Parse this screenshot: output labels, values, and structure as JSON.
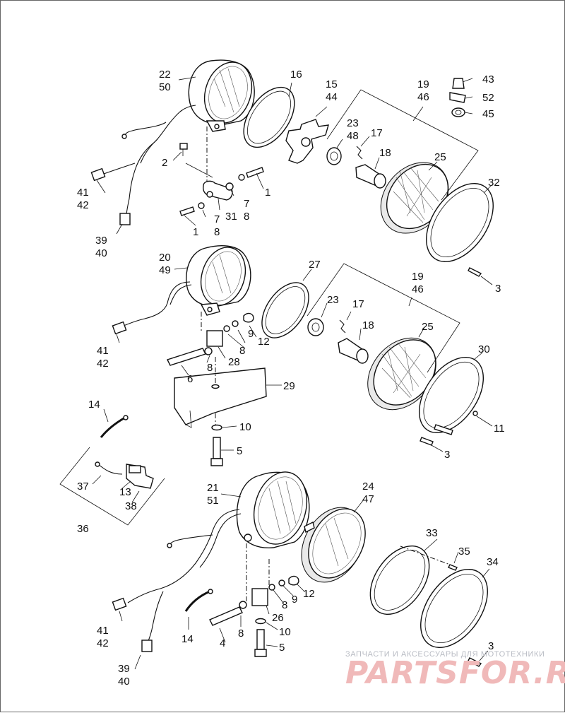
{
  "callouts": [
    {
      "id": "c22",
      "text": "22"
    },
    {
      "id": "c50",
      "text": "50"
    },
    {
      "id": "c16",
      "text": "16"
    },
    {
      "id": "c15",
      "text": "15"
    },
    {
      "id": "c44",
      "text": "44"
    },
    {
      "id": "c19a",
      "text": "19"
    },
    {
      "id": "c46a",
      "text": "46"
    },
    {
      "id": "c43",
      "text": "43"
    },
    {
      "id": "c52",
      "text": "52"
    },
    {
      "id": "c45",
      "text": "45"
    },
    {
      "id": "c23a",
      "text": "23"
    },
    {
      "id": "c48",
      "text": "48"
    },
    {
      "id": "c17a",
      "text": "17"
    },
    {
      "id": "c18a",
      "text": "18"
    },
    {
      "id": "c25a",
      "text": "25"
    },
    {
      "id": "c32",
      "text": "32"
    },
    {
      "id": "c2",
      "text": "2"
    },
    {
      "id": "c1a",
      "text": "1"
    },
    {
      "id": "c7a",
      "text": "7"
    },
    {
      "id": "c8a",
      "text": "8"
    },
    {
      "id": "c31",
      "text": "31"
    },
    {
      "id": "c1b",
      "text": "1"
    },
    {
      "id": "c7b",
      "text": "7"
    },
    {
      "id": "c8b",
      "text": "8"
    },
    {
      "id": "c41a",
      "text": "41"
    },
    {
      "id": "c42a",
      "text": "42"
    },
    {
      "id": "c39a",
      "text": "39"
    },
    {
      "id": "c40a",
      "text": "40"
    },
    {
      "id": "c3a",
      "text": "3"
    },
    {
      "id": "c20",
      "text": "20"
    },
    {
      "id": "c49",
      "text": "49"
    },
    {
      "id": "c27",
      "text": "27"
    },
    {
      "id": "c19b",
      "text": "19"
    },
    {
      "id": "c46b",
      "text": "46"
    },
    {
      "id": "c23b",
      "text": "23"
    },
    {
      "id": "c17b",
      "text": "17"
    },
    {
      "id": "c18b",
      "text": "18"
    },
    {
      "id": "c25b",
      "text": "25"
    },
    {
      "id": "c30",
      "text": "30"
    },
    {
      "id": "c41b",
      "text": "41"
    },
    {
      "id": "c42b",
      "text": "42"
    },
    {
      "id": "c12a",
      "text": "12"
    },
    {
      "id": "c9a",
      "text": "9"
    },
    {
      "id": "c8c",
      "text": "8"
    },
    {
      "id": "c28",
      "text": "28"
    },
    {
      "id": "c8d",
      "text": "8"
    },
    {
      "id": "c6",
      "text": "6"
    },
    {
      "id": "c29",
      "text": "29"
    },
    {
      "id": "c11",
      "text": "11"
    },
    {
      "id": "c3b",
      "text": "3"
    },
    {
      "id": "c14a",
      "text": "14"
    },
    {
      "id": "c10a",
      "text": "10"
    },
    {
      "id": "c5a",
      "text": "5"
    },
    {
      "id": "c37",
      "text": "37"
    },
    {
      "id": "c13",
      "text": "13"
    },
    {
      "id": "c38",
      "text": "38"
    },
    {
      "id": "c36",
      "text": "36"
    },
    {
      "id": "c21",
      "text": "21"
    },
    {
      "id": "c51",
      "text": "51"
    },
    {
      "id": "c24",
      "text": "24"
    },
    {
      "id": "c47",
      "text": "47"
    },
    {
      "id": "c33",
      "text": "33"
    },
    {
      "id": "c35",
      "text": "35"
    },
    {
      "id": "c34",
      "text": "34"
    },
    {
      "id": "c12b",
      "text": "12"
    },
    {
      "id": "c9b",
      "text": "9"
    },
    {
      "id": "c8e",
      "text": "8"
    },
    {
      "id": "c26",
      "text": "26"
    },
    {
      "id": "c8f",
      "text": "8"
    },
    {
      "id": "c10b",
      "text": "10"
    },
    {
      "id": "c5b",
      "text": "5"
    },
    {
      "id": "c4",
      "text": "4"
    },
    {
      "id": "c14b",
      "text": "14"
    },
    {
      "id": "c41c",
      "text": "41"
    },
    {
      "id": "c42c",
      "text": "42"
    },
    {
      "id": "c39b",
      "text": "39"
    },
    {
      "id": "c40b",
      "text": "40"
    },
    {
      "id": "c3c",
      "text": "3"
    }
  ],
  "watermark": {
    "tagline": "ЗАПЧАСТИ И АКСЕССУАРЫ ДЛЯ МОТОТЕХНИКИ",
    "logo": "PARTSFOR.RU"
  }
}
